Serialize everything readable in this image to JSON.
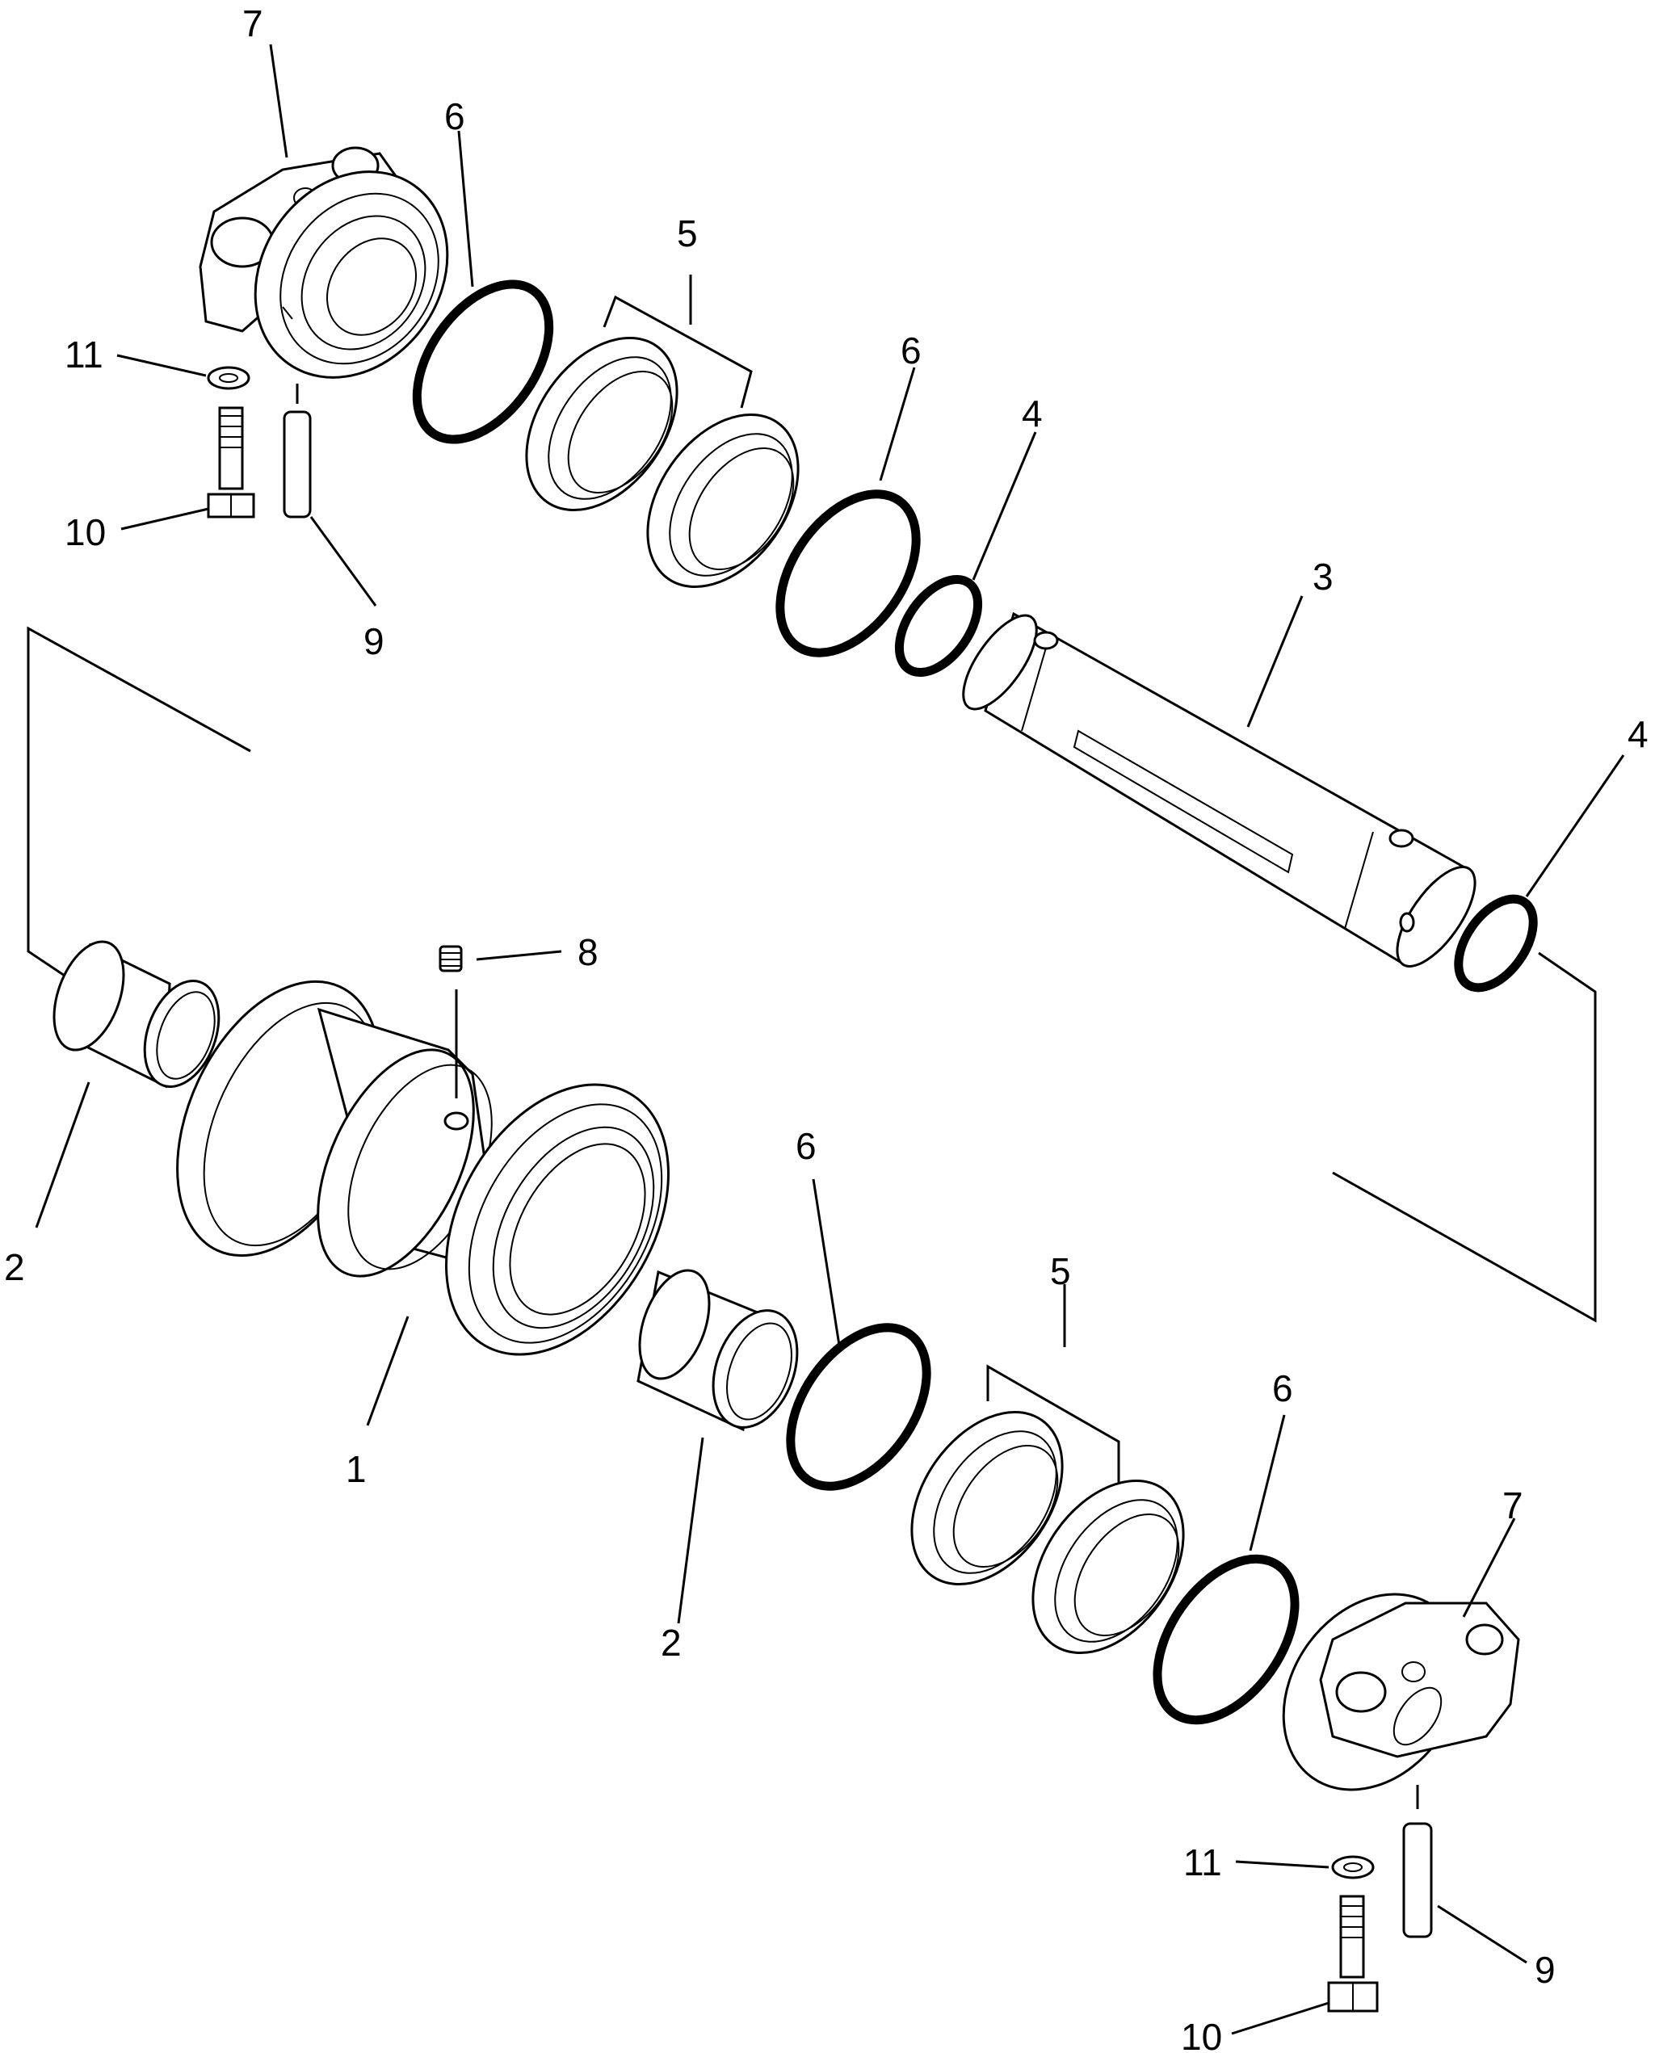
{
  "callouts": {
    "c7_top": "7",
    "c6_a": "6",
    "c5_top": "5",
    "c6_b": "6",
    "c4_a": "4",
    "c3": "3",
    "c4_b": "4",
    "c11_top": "11",
    "c10_top": "10",
    "c9_top": "9",
    "c8": "8",
    "c2_left": "2",
    "c1": "1",
    "c6_c": "6",
    "c5_bottom": "5",
    "c6_d": "6",
    "c2_bottom": "2",
    "c7_bottom": "7",
    "c11_bottom": "11",
    "c9_bottom": "9",
    "c10_bottom": "10"
  }
}
